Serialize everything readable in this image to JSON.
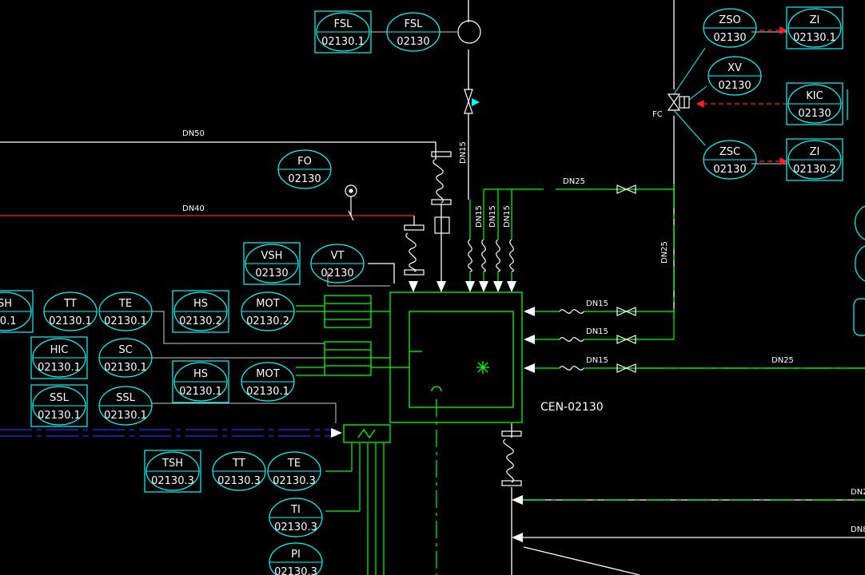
{
  "colors": {
    "background": "#000000",
    "instrument": "#00ffff",
    "process_line": "#00ff00",
    "signal_red": "#ff2020",
    "signal_blue": "#2030ff",
    "text": "#ffffff"
  },
  "equipment": {
    "tag": "CEN-02130"
  },
  "instruments": [
    {
      "id": "fsl-1",
      "top": "FSL",
      "bottom": "02130.1",
      "framed": true
    },
    {
      "id": "fsl-2",
      "top": "FSL",
      "bottom": "02130",
      "framed": false
    },
    {
      "id": "fo",
      "top": "FO",
      "bottom": "02130",
      "framed": false
    },
    {
      "id": "vsh",
      "top": "VSH",
      "bottom": "02130",
      "framed": true
    },
    {
      "id": "vt",
      "top": "VT",
      "bottom": "02130",
      "framed": false
    },
    {
      "id": "tsh-1",
      "top": "SH",
      "bottom": "30.1",
      "framed": true
    },
    {
      "id": "tt-1",
      "top": "TT",
      "bottom": "02130.1",
      "framed": false
    },
    {
      "id": "te-1",
      "top": "TE",
      "bottom": "02130.1",
      "framed": false
    },
    {
      "id": "hs-2",
      "top": "HS",
      "bottom": "02130.2",
      "framed": true
    },
    {
      "id": "mot-2",
      "top": "MOT",
      "bottom": "02130.2",
      "framed": false
    },
    {
      "id": "hic",
      "top": "HIC",
      "bottom": "02130.1",
      "framed": true
    },
    {
      "id": "sc",
      "top": "SC",
      "bottom": "02130.1",
      "framed": false
    },
    {
      "id": "hs-1",
      "top": "HS",
      "bottom": "02130.1",
      "framed": true
    },
    {
      "id": "mot-1",
      "top": "MOT",
      "bottom": "02130.1",
      "framed": false
    },
    {
      "id": "ssl-1",
      "top": "SSL",
      "bottom": "02130.1",
      "framed": true
    },
    {
      "id": "ssl-2",
      "top": "SSL",
      "bottom": "02130.1",
      "framed": false
    },
    {
      "id": "tsh-3",
      "top": "TSH",
      "bottom": "02130.3",
      "framed": true
    },
    {
      "id": "tt-3",
      "top": "TT",
      "bottom": "02130.3",
      "framed": false
    },
    {
      "id": "te-3",
      "top": "TE",
      "bottom": "02130.3",
      "framed": false
    },
    {
      "id": "ti",
      "top": "TI",
      "bottom": "02130.3",
      "framed": false
    },
    {
      "id": "pi",
      "top": "PI",
      "bottom": "02130.3",
      "framed": false
    },
    {
      "id": "zso",
      "top": "ZSO",
      "bottom": "02130",
      "framed": false
    },
    {
      "id": "zi-1",
      "top": "ZI",
      "bottom": "02130.1",
      "framed": true
    },
    {
      "id": "xv",
      "top": "XV",
      "bottom": "02130",
      "framed": false
    },
    {
      "id": "kic",
      "top": "KIC",
      "bottom": "02130",
      "framed": true
    },
    {
      "id": "zsc",
      "top": "ZSC",
      "bottom": "02130",
      "framed": false
    },
    {
      "id": "zi-2",
      "top": "ZI",
      "bottom": "02130.2",
      "framed": true
    }
  ],
  "line_labels": {
    "dn50": "DN50",
    "dn40": "DN40",
    "dn15_vertical": "DN15",
    "dn25_top": "DN25",
    "dn25_right_vertical": "DN25",
    "dn15_a": "DN15",
    "dn15_b": "DN15",
    "dn15_c": "DN15",
    "dn15_h1": "DN15",
    "dn15_h2": "DN15",
    "dn15_h3": "DN15",
    "dn25_right": "DN25",
    "dn_edge_1": "DN2",
    "dn_edge_2": "DN8"
  },
  "valve_labels": {
    "fail_closed": "FC"
  }
}
